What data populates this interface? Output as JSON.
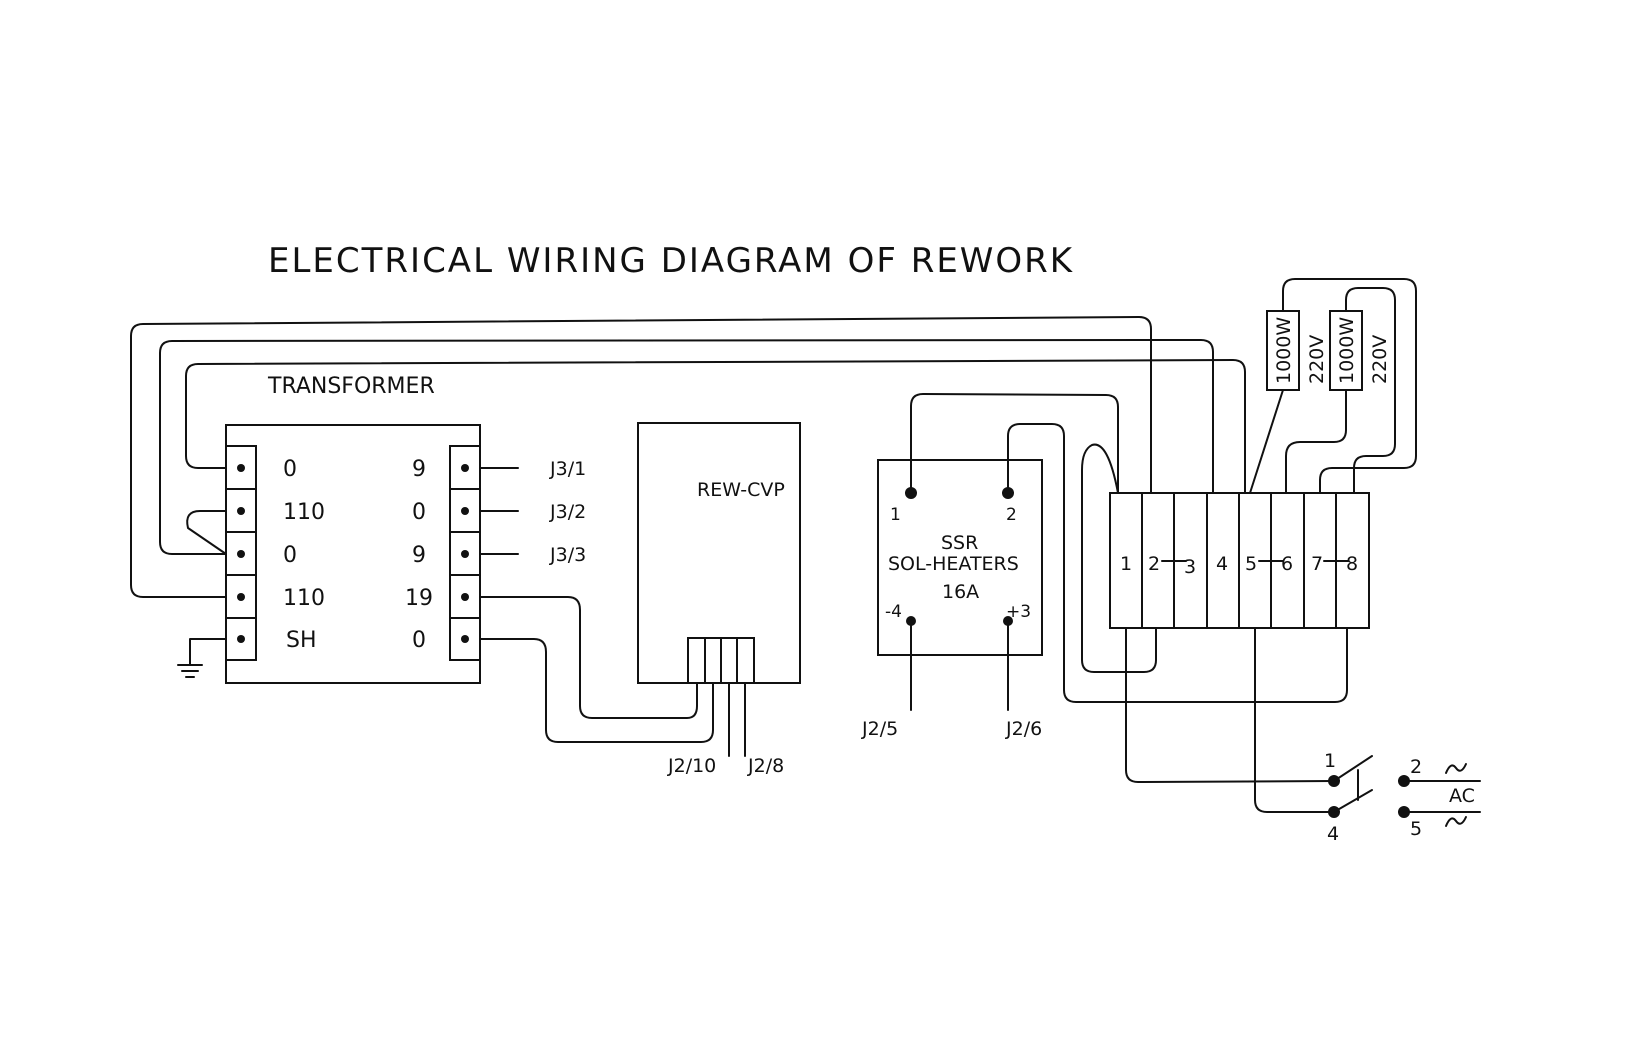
{
  "title": "ELECTRICAL WIRING DIAGRAM OF REWORK",
  "transformer": {
    "label": "TRANSFORMER",
    "left_terminals": [
      "0",
      "110",
      "0",
      "110",
      "SH"
    ],
    "right_terminals": [
      "9",
      "0",
      "9",
      "19",
      "0"
    ],
    "connections": [
      "J3/1",
      "J3/2",
      "J3/3"
    ]
  },
  "controller": {
    "label": "REW-CVP",
    "connections": [
      "J2/10",
      "J2/8"
    ]
  },
  "ssr": {
    "line1": "SSR",
    "line2": "SOL-HEATERS",
    "line3": "16A",
    "pins": [
      "1",
      "2",
      "-4",
      "+3"
    ],
    "connections": [
      "J2/5",
      "J2/6"
    ]
  },
  "terminal_block": {
    "labels": [
      "1",
      "2",
      "3",
      "4",
      "5",
      "6",
      "7",
      "8"
    ]
  },
  "heaters": [
    {
      "power": "1000W",
      "voltage": "220V"
    },
    {
      "power": "1000W",
      "voltage": "220V"
    }
  ],
  "switch": {
    "pins": [
      "1",
      "4",
      "2",
      "5"
    ],
    "supply": "AC"
  }
}
